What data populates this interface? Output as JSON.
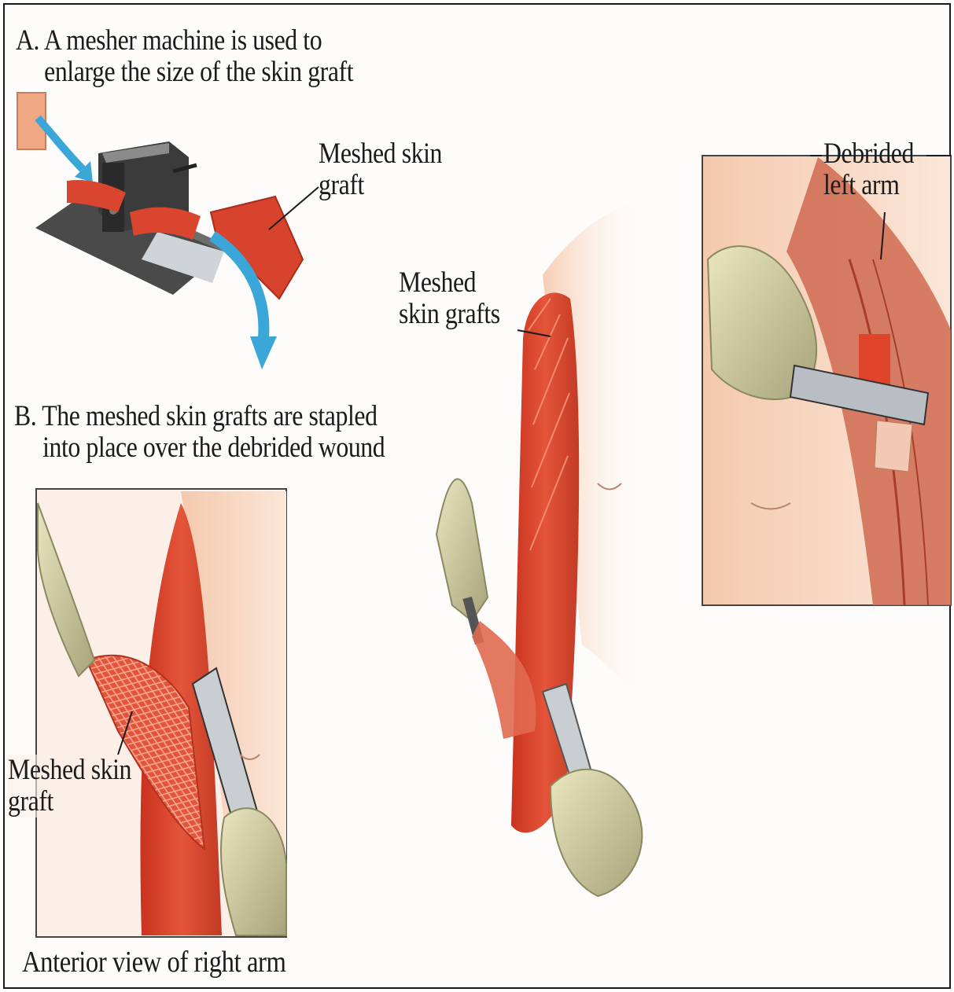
{
  "step_a": {
    "line1": "A. A mesher machine is used to",
    "line2": "enlarge the size of the skin graft"
  },
  "step_b": {
    "line1": "B. The meshed skin grafts are stapled",
    "line2": "into place over the debrided wound"
  },
  "labels": {
    "meshed_skin_graft_top": {
      "line1": "Meshed skin",
      "line2": "graft"
    },
    "meshed_skin_grafts_center": {
      "line1": "Meshed",
      "line2": "skin grafts"
    },
    "debrided_left_arm": {
      "line1": "Debrided",
      "line2": "left arm"
    },
    "meshed_skin_graft_inset": {
      "line1": "Meshed skin",
      "line2": "graft"
    }
  },
  "inset_caption": "Anterior view of right arm",
  "colors": {
    "skin": "#f2c2a6",
    "muscle": "#d8432e",
    "glove": "#d8d4a2",
    "arrow": "#3aa7d8",
    "machine": "#3c3c3c"
  }
}
